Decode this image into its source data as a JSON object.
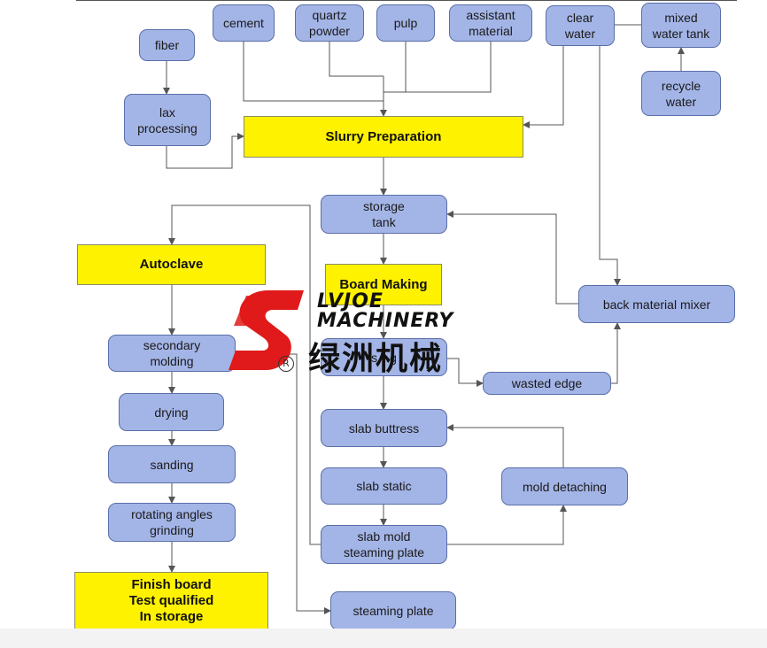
{
  "nodes": {
    "fiber": "fiber",
    "cement": "cement",
    "quartz_powder": "quartz\npowder",
    "pulp": "pulp",
    "assistant_material": "assistant\nmaterial",
    "clear_water": "clear\nwater",
    "mixed_water_tank": "mixed\nwater tank",
    "lax_processing": "lax\nprocessing",
    "recycle_water": "recycle\nwater",
    "slurry_preparation": "Slurry Preparation",
    "storage_tank": "storage\ntank",
    "autoclave": "Autoclave",
    "board_making": "Board Making",
    "back_material_mixer": "back material mixer",
    "secondary_molding": "secondary\nmolding",
    "slab_cutting": "s…g",
    "wasted_edge": "wasted edge",
    "drying": "drying",
    "slab_buttress": "slab buttress",
    "sanding": "sanding",
    "slab_static": "slab static",
    "mold_detaching": "mold detaching",
    "rotating_angles_grinding": "rotating angles\ngrinding",
    "slab_mold_steaming_plate": "slab mold\nsteaming plate",
    "finish_board": "Finish board\nTest qualified\nIn storage",
    "steaming_plate": "steaming plate"
  },
  "watermark": {
    "brand_en_line1": "LVJOE",
    "brand_en_line2": "MACHINERY",
    "brand_cn": "绿洲机械",
    "registered": "R"
  },
  "colors": {
    "process_fill": "#a3b4e6",
    "process_border": "#5a6ea8",
    "stage_fill": "#fff200",
    "connector": "#555555",
    "logo_red": "#e01a1a"
  }
}
